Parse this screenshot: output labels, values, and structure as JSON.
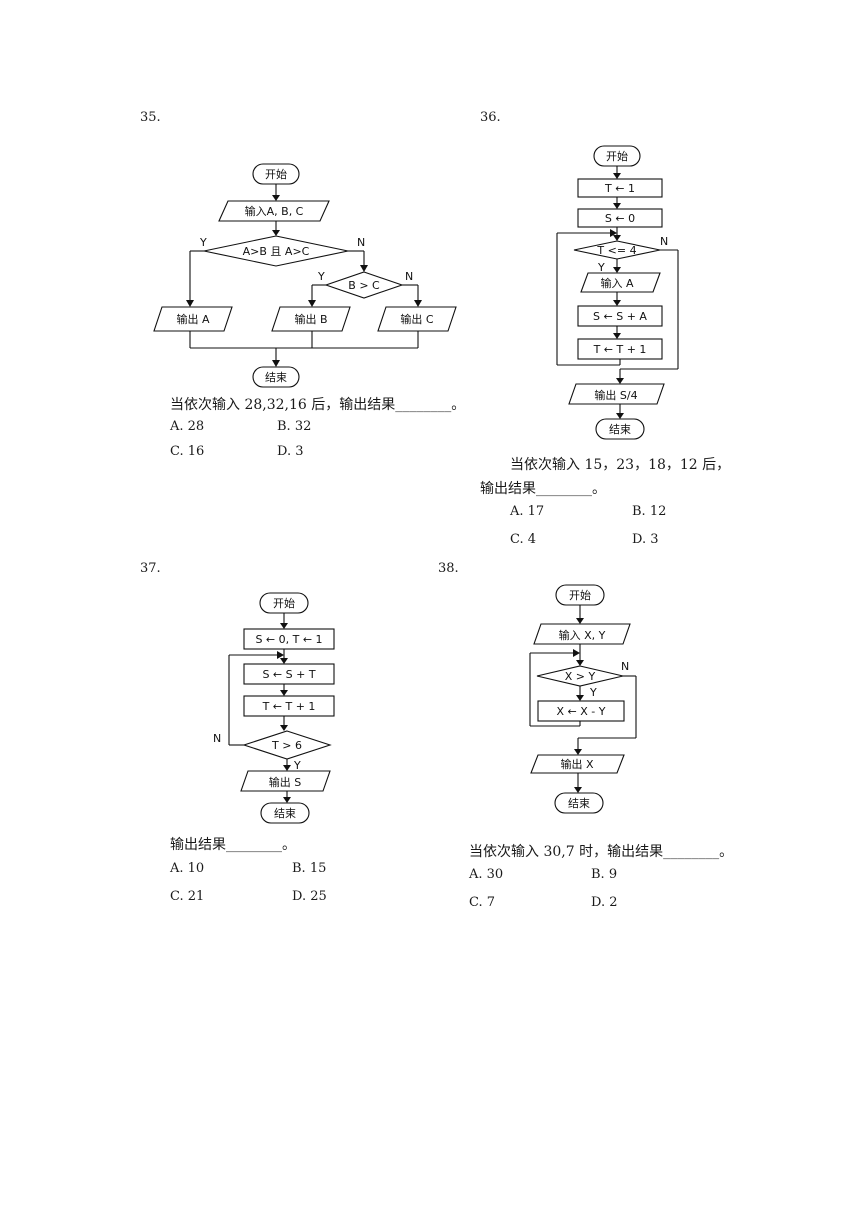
{
  "q35": {
    "number": "35.",
    "flow": {
      "start": "开始",
      "input": "输入A, B, C",
      "cond1": "A>B 且 A>C",
      "cond2": "B > C",
      "out_a": "输出 A",
      "out_b": "输出 B",
      "out_c": "输出 C",
      "end": "结束",
      "yes": "Y",
      "no": "N"
    },
    "stem": "当依次输入 28,32,16 后，输出结果________。",
    "options": {
      "a": "A. 28",
      "b": "B. 32",
      "c": "C. 16",
      "d": "D. 3"
    }
  },
  "q36": {
    "number": "36.",
    "flow": {
      "start": "开始",
      "init_t": "T ← 1",
      "init_s": "S ← 0",
      "cond": "T <= 4",
      "input": "输入 A",
      "update_s": "S ← S + A",
      "update_t": "T ← T + 1",
      "output": "输出 S/4",
      "end": "结束",
      "yes": "Y",
      "no": "N"
    },
    "stem_line1": "当依次输入 15，23，18，12 后，",
    "stem_line2": "输出结果________。",
    "options": {
      "a": "A. 17",
      "b": "B. 12",
      "c": "C. 4",
      "d": "D. 3"
    }
  },
  "q37": {
    "number": "37.",
    "flow": {
      "start": "开始",
      "init": "S ← 0, T ← 1",
      "update_s": "S ← S + T",
      "update_t": "T ← T + 1",
      "cond": "T > 6",
      "output": "输出 S",
      "end": "结束",
      "yes": "Y",
      "no": "N"
    },
    "stem": "输出结果________。",
    "options": {
      "a": "A. 10",
      "b": "B. 15",
      "c": "C. 21",
      "d": "D. 25"
    }
  },
  "q38": {
    "number": "38.",
    "flow": {
      "start": "开始",
      "input": "输入 X, Y",
      "cond": "X > Y",
      "update_x": "X ← X - Y",
      "output": "输出 X",
      "end": "结束",
      "yes": "Y",
      "no": "N"
    },
    "stem": "当依次输入 30,7 时，输出结果________。",
    "options": {
      "a": "A. 30",
      "b": "B. 9",
      "c": "C. 7",
      "d": "D. 2"
    }
  }
}
